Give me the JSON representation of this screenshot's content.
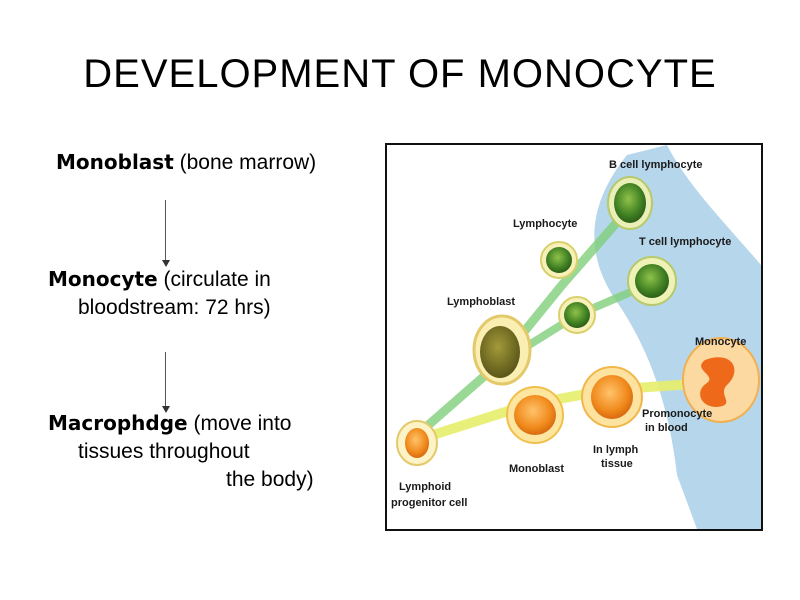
{
  "title": "DEVELOPMENT OF MONOCYTE",
  "steps": [
    {
      "name": "Monoblast",
      "desc": "(bone marrow)"
    },
    {
      "name": "Monocyte",
      "desc_line1": "(circulate in",
      "desc_line2": "bloodstream: 72 hrs)"
    },
    {
      "name": "Macrophdge",
      "desc_line1": "(move into",
      "desc_line2": "tissues throughout",
      "desc_line3": "the body)"
    }
  ],
  "figure_labels": {
    "b_cell": "B cell lymphocyte",
    "lymphocyte": "Lymphocyte",
    "t_cell": "T cell lymphocyte",
    "lymphoblast": "Lymphoblast",
    "monocyte": "Monocyte",
    "promonocyte_1": "Promonocyte",
    "promonocyte_2": "in blood",
    "in_lymph_1": "In lymph",
    "in_lymph_2": "tissue",
    "monoblast": "Monoblast",
    "lymphoid_1": "Lymphoid",
    "lymphoid_2": "progenitor cell"
  }
}
